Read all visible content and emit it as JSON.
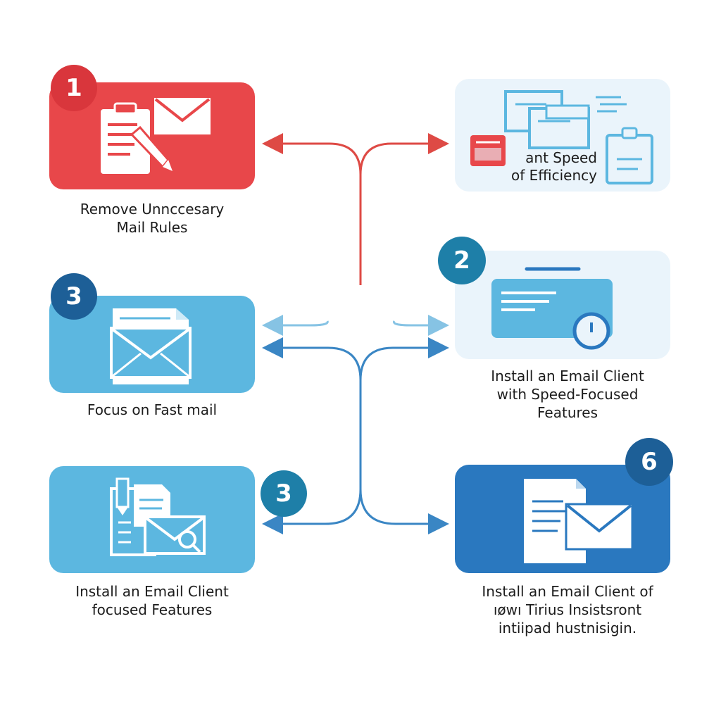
{
  "colors": {
    "red": "#e8474a",
    "red_arrow": "#de4a45",
    "light_blue": "#5cb7e0",
    "pale_blue": "#eaf4fb",
    "mid_blue": "#3a86c4",
    "dark_blue": "#2a78bf",
    "badge_red": "#d9363c",
    "badge_teal": "#1e7fa8",
    "badge_navy": "#1d5f97"
  },
  "steps": [
    {
      "id": "remove-rules",
      "badge": "1",
      "icon": "clipboard-envelope-icon",
      "caption": [
        "Remove Unnccesary",
        "Mail Rules"
      ]
    },
    {
      "id": "speed-efficiency",
      "icon": "windows-stack-icon",
      "inner_text": [
        "ant Speed",
        "of Efficiency"
      ]
    },
    {
      "id": "speed-client",
      "badge": "2",
      "icon": "email-clock-icon",
      "caption": [
        "Install an Email Client",
        "with Speed-Focused",
        "Features"
      ]
    },
    {
      "id": "fast-mail",
      "badge": "3",
      "icon": "envelope-icon",
      "caption": [
        "Focus on Fast mail"
      ]
    },
    {
      "id": "focused-client",
      "badge": "3",
      "icon": "documents-envelope-search-icon",
      "caption": [
        "Install an Email Client",
        "focused Features"
      ]
    },
    {
      "id": "client-of",
      "badge": "6",
      "icon": "document-envelope-icon",
      "caption": [
        "Install an Email Client of",
        "ıøwı Tirius Insistsront",
        "intiipad hustnisigin."
      ]
    }
  ]
}
